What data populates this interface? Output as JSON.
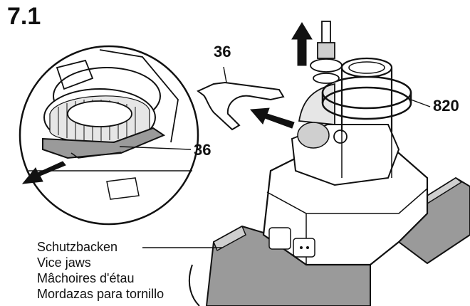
{
  "figure_number": "7.1",
  "callouts": {
    "clip_top": "36",
    "clip_detail": "36",
    "ring": "820"
  },
  "caption": {
    "line1": "Schutzbacken",
    "line2": "Vice jaws",
    "line3": "Mâchoires d'étau",
    "line4": "Mordazas para tornillo"
  },
  "colors": {
    "line": "#111111",
    "shade": "#9a9a9a",
    "light_shade": "#cfcfcf"
  }
}
